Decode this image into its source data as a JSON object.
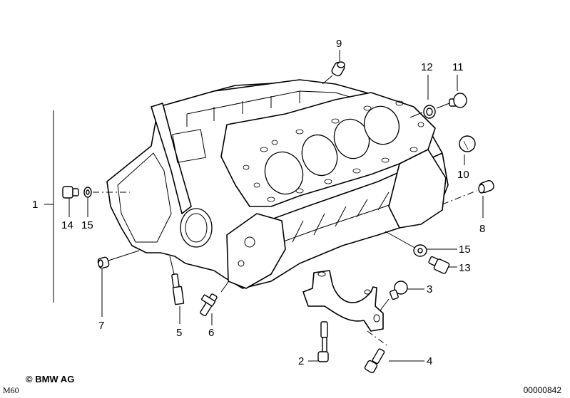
{
  "diagram": {
    "title": "Engine block",
    "copyright": "© BMW AG",
    "model": "M60",
    "diagram_code": "00000842",
    "callouts": [
      {
        "id": "1",
        "label": "1"
      },
      {
        "id": "2",
        "label": "2"
      },
      {
        "id": "3",
        "label": "3"
      },
      {
        "id": "4",
        "label": "4"
      },
      {
        "id": "5",
        "label": "5"
      },
      {
        "id": "6",
        "label": "6"
      },
      {
        "id": "7",
        "label": "7"
      },
      {
        "id": "8",
        "label": "8"
      },
      {
        "id": "9",
        "label": "9"
      },
      {
        "id": "10",
        "label": "10"
      },
      {
        "id": "11",
        "label": "11"
      },
      {
        "id": "12",
        "label": "12"
      },
      {
        "id": "13",
        "label": "13"
      },
      {
        "id": "14",
        "label": "14"
      },
      {
        "id": "15a",
        "label": "15"
      },
      {
        "id": "15b",
        "label": "15"
      }
    ]
  }
}
